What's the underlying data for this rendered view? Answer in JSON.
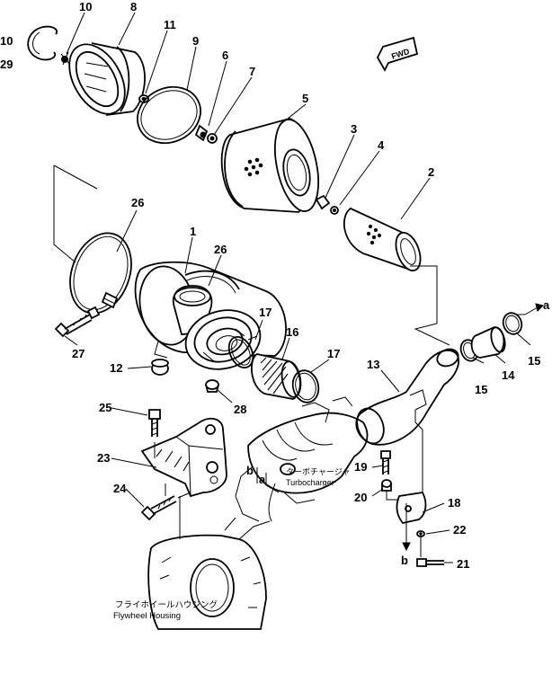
{
  "diagram": {
    "callouts": [
      {
        "id": "c1",
        "label": "1"
      },
      {
        "id": "c2",
        "label": "2"
      },
      {
        "id": "c3",
        "label": "3"
      },
      {
        "id": "c4",
        "label": "4"
      },
      {
        "id": "c5",
        "label": "5"
      },
      {
        "id": "c6",
        "label": "6"
      },
      {
        "id": "c7",
        "label": "7"
      },
      {
        "id": "c8",
        "label": "8"
      },
      {
        "id": "c9",
        "label": "9"
      },
      {
        "id": "c10",
        "label": "10"
      },
      {
        "id": "c10b",
        "label": "10"
      },
      {
        "id": "c11",
        "label": "11"
      },
      {
        "id": "c12",
        "label": "12"
      },
      {
        "id": "c13",
        "label": "13"
      },
      {
        "id": "c14",
        "label": "14"
      },
      {
        "id": "c15a",
        "label": "15"
      },
      {
        "id": "c15b",
        "label": "15"
      },
      {
        "id": "c16",
        "label": "16"
      },
      {
        "id": "c17a",
        "label": "17"
      },
      {
        "id": "c17b",
        "label": "17"
      },
      {
        "id": "c18",
        "label": "18"
      },
      {
        "id": "c19",
        "label": "19"
      },
      {
        "id": "c20",
        "label": "20"
      },
      {
        "id": "c21",
        "label": "21"
      },
      {
        "id": "c22",
        "label": "22"
      },
      {
        "id": "c23",
        "label": "23"
      },
      {
        "id": "c24",
        "label": "24"
      },
      {
        "id": "c25",
        "label": "25"
      },
      {
        "id": "c26a",
        "label": "26"
      },
      {
        "id": "c26b",
        "label": "26"
      },
      {
        "id": "c27",
        "label": "27"
      },
      {
        "id": "c28",
        "label": "28"
      },
      {
        "id": "c29",
        "label": "29"
      },
      {
        "id": "ca1",
        "label": "a"
      },
      {
        "id": "ca2",
        "label": "a"
      },
      {
        "id": "cb1",
        "label": "b"
      },
      {
        "id": "cb2",
        "label": "b"
      }
    ],
    "fwd_mark": "FWD",
    "turbocharger_jp": "ターボチャージャ",
    "turbocharger": "Turbocharger",
    "flywheel_housing_jp": "フライホイールハウジング",
    "flywheel_housing": "Flywheel Housing"
  }
}
